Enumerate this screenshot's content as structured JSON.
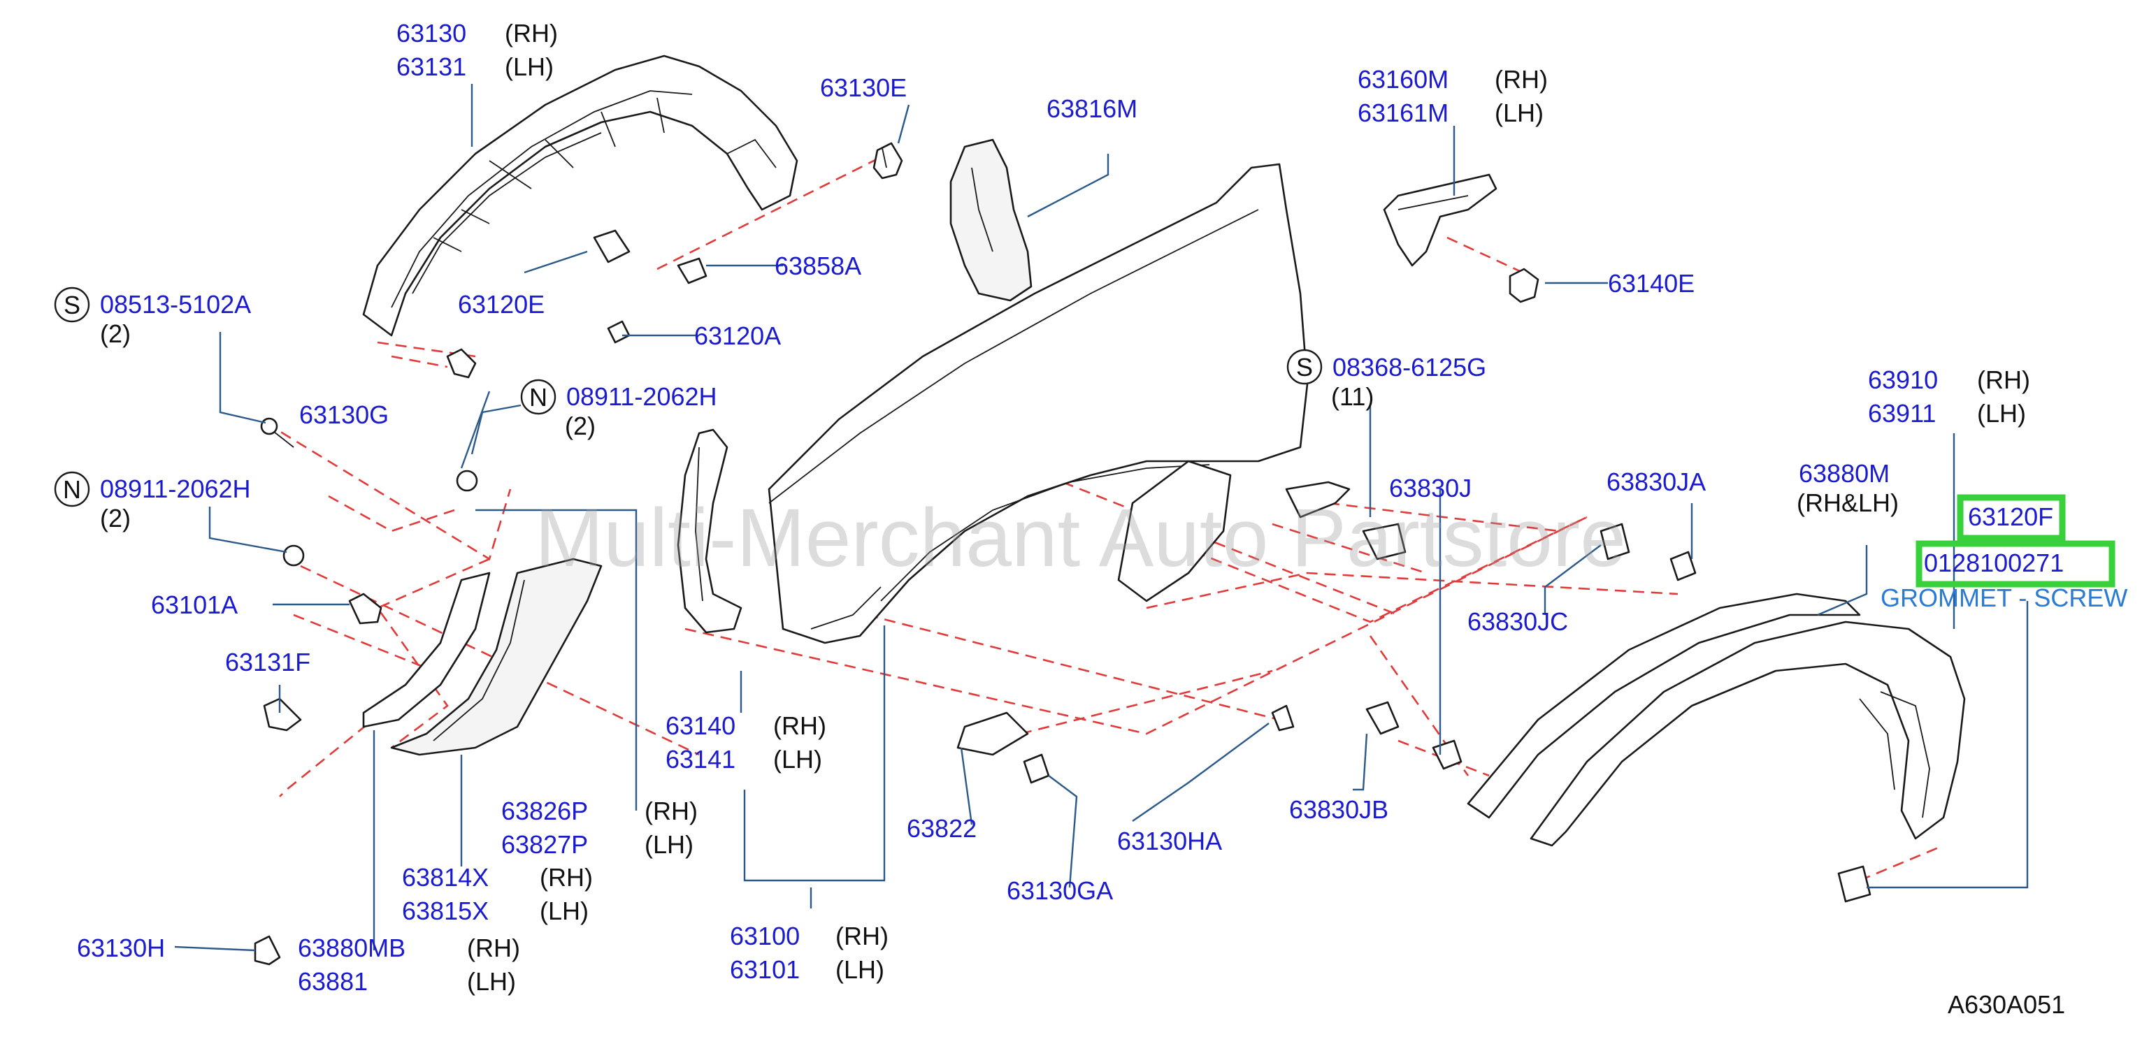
{
  "watermark": "Multi-Merchant Auto Partstore",
  "diagram_code": "A630A051",
  "highlight_color": "#39d13b",
  "labels": {
    "l63130": "63130",
    "l63130_side": "(RH)",
    "l63131": "63131",
    "l63131_side": "(LH)",
    "l63130E": "63130E",
    "l63816M": "63816M",
    "l63160M": "63160M",
    "l63160M_side": "(RH)",
    "l63161M": "63161M",
    "l63161M_side": "(LH)",
    "l63858A": "63858A",
    "l63140E": "63140E",
    "s_mark_1": "S",
    "l08513": "08513-5102A",
    "l08513_qty": "(2)",
    "l63120E": "63120E",
    "l63120A": "63120A",
    "s_mark_2": "S",
    "l08368": "08368-6125G",
    "l08368_qty": "(11)",
    "l63910": "63910",
    "l63910_side": "(RH)",
    "l63911": "63911",
    "l63911_side": "(LH)",
    "n_mark_1": "N",
    "l08911_a": "08911-2062H",
    "l08911_a_qty": "(2)",
    "l63130G": "63130G",
    "n_mark_2": "N",
    "l08911_b": "08911-2062H",
    "l08911_b_qty": "(2)",
    "l63830J": "63830J",
    "l63830JA": "63830JA",
    "l63880M": "63880M",
    "l63880M_side": "(RH&LH)",
    "l63120F": "63120F",
    "l0128100271": "0128100271",
    "l_grommet": "GROMMET - SCREW",
    "l63101A": "63101A",
    "l63830JC": "63830JC",
    "l63131F": "63131F",
    "l63140": "63140",
    "l63140_side": "(RH)",
    "l63141": "63141",
    "l63141_side": "(LH)",
    "l63826P": "63826P",
    "l63826P_side": "(RH)",
    "l63827P": "63827P",
    "l63827P_side": "(LH)",
    "l63822": "63822",
    "l63830JB": "63830JB",
    "l63130HA": "63130HA",
    "l63814X": "63814X",
    "l63814X_side": "(RH)",
    "l63815X": "63815X",
    "l63815X_side": "(LH)",
    "l63130GA": "63130GA",
    "l63130H": "63130H",
    "l63880MB": "63880MB",
    "l63880MB_side": "(RH)",
    "l63881": "63881",
    "l63881_side": "(LH)",
    "l63100": "63100",
    "l63100_side": "(RH)",
    "l63101": "63101",
    "l63101_side": "(LH)"
  }
}
